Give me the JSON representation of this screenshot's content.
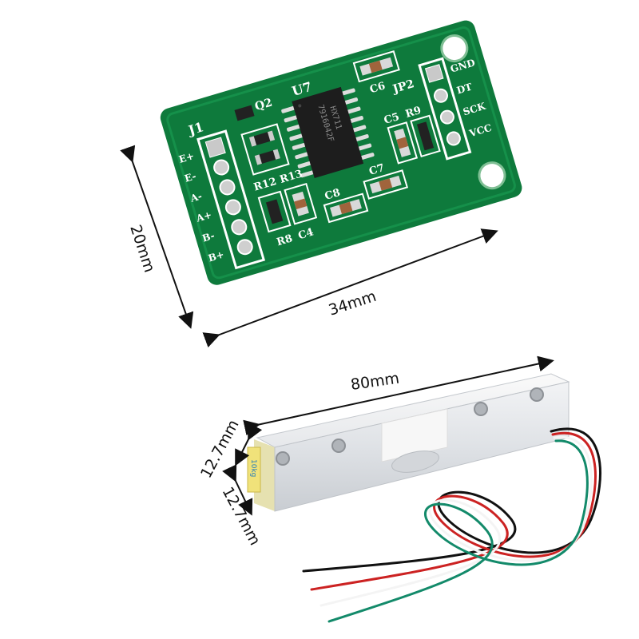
{
  "image": {
    "description": "HX711 load cell amplifier board and 10kg aluminum bar load cell with dimension annotations",
    "background": "#ffffff"
  },
  "board": {
    "chip_label": "U7",
    "chip_marking_1": "HX711",
    "chip_marking_2": "7916042F",
    "transistor_label": "Q2",
    "connector_left_label": "J1",
    "connector_right_label": "JP2",
    "left_pins": [
      "E+",
      "E-",
      "A-",
      "A+",
      "B-",
      "B+"
    ],
    "right_pins": [
      "GND",
      "DT",
      "SCK",
      "VCC"
    ],
    "component_labels": [
      "C6",
      "C5",
      "R9",
      "R12",
      "R13",
      "C7",
      "C8",
      "R8",
      "C4"
    ],
    "pcb_color": "#0f7a3a",
    "width_dimension": "34mm",
    "height_dimension": "20mm"
  },
  "load_cell": {
    "capacity_label": "10kg",
    "length_dimension": "80mm",
    "width_dimension": "12.7mm",
    "height_dimension": "12.7mm",
    "wire_colors": [
      "#111111",
      "#cc2222",
      "#f4f4f4",
      "#138a6a"
    ]
  }
}
